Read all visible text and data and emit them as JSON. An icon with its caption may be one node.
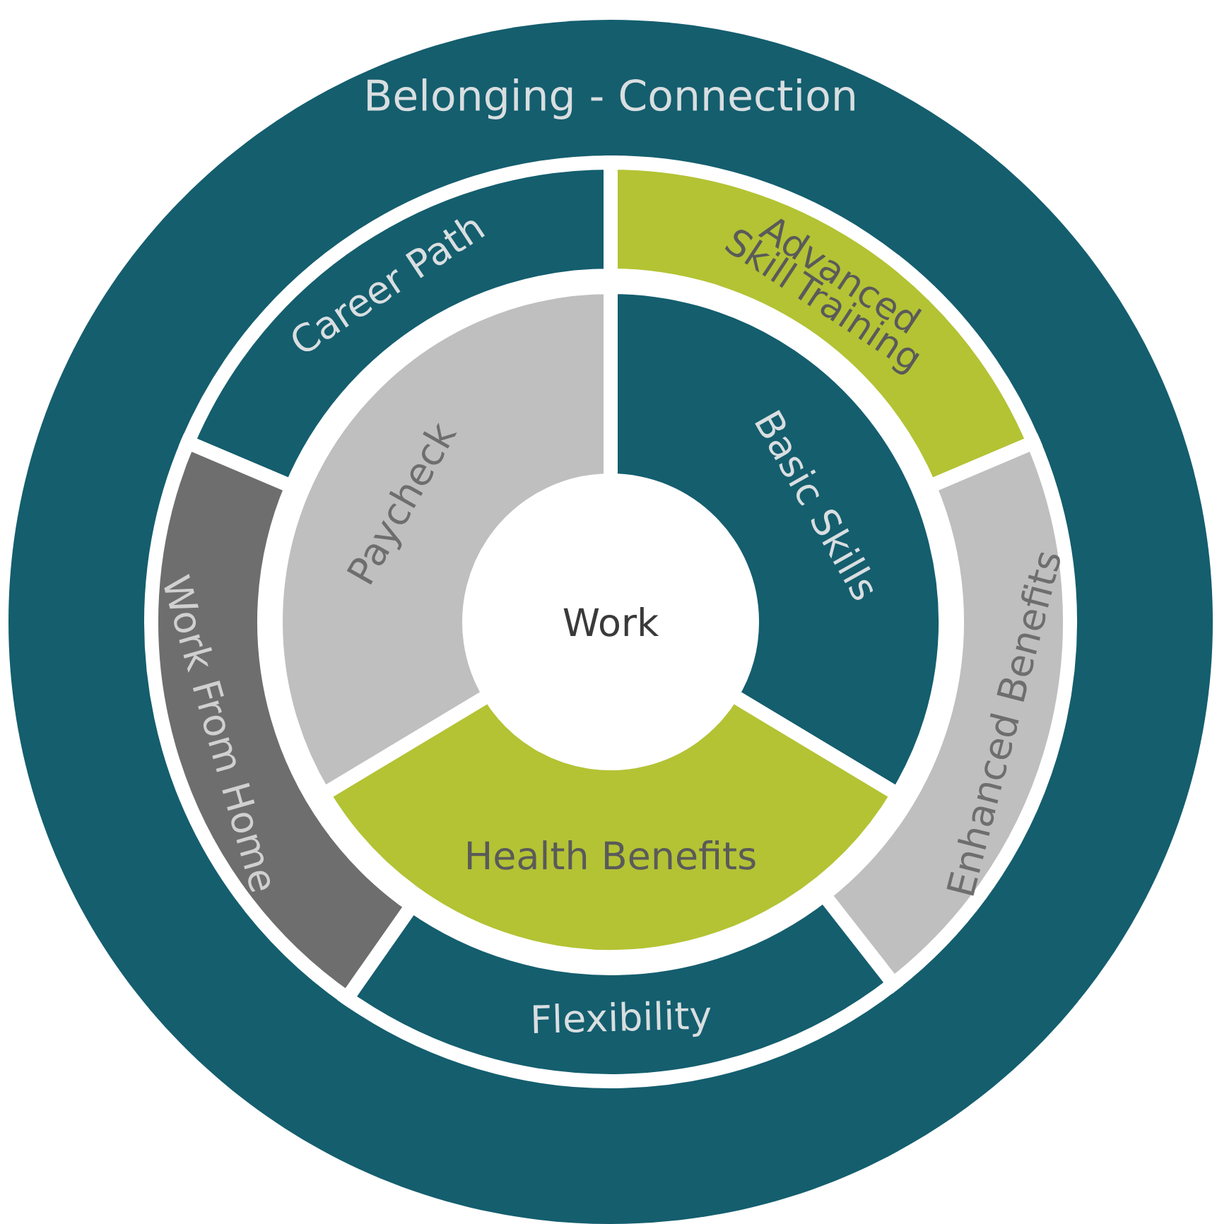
{
  "diagram": {
    "nodes": [
      {
        "text": [
          "Belonging - Connection"
        ]
      },
      {
        "text": [
          "Career Path"
        ],
        "in": 0
      },
      {
        "text": [
          "Advanced Skill Training"
        ],
        "in": 0
      },
      {
        "text": [
          "Work From Home"
        ],
        "in": 0
      },
      {
        "text": [
          "Paycheck"
        ],
        "in": 0
      },
      {
        "text": [
          "Work"
        ],
        "in": 0
      },
      {
        "text": [
          "Basic Skills"
        ],
        "in": 0
      },
      {
        "text": [
          "Enhanced Benefits"
        ],
        "in": 0
      },
      {
        "text": [
          "Health Benefits"
        ],
        "in": 0
      },
      {
        "text": [
          "Flexibility"
        ],
        "in": 0
      }
    ]
  }
}
